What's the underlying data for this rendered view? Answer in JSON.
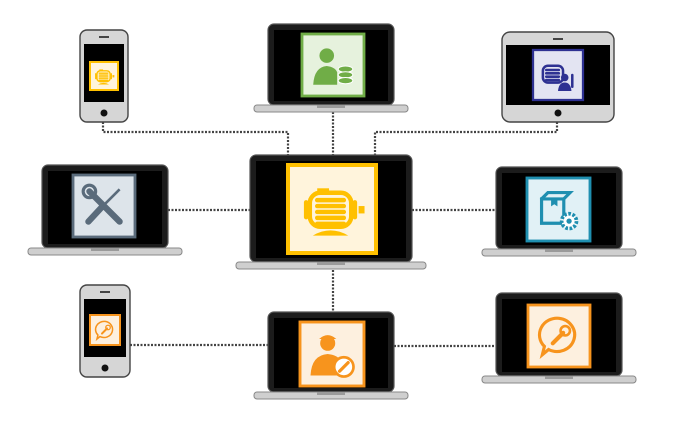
{
  "colors": {
    "connector": "#444444",
    "screen": "#000000",
    "device_frame": "#1c1c1c",
    "device_base": "#cfcfcf",
    "phone_body": "#d6d6d6"
  },
  "hub": {
    "device": "laptop",
    "icon": "electric-motor-icon",
    "accent": "#ffc000",
    "fill": "#fff4dc"
  },
  "nodes": [
    {
      "id": "top-left",
      "device": "phone",
      "icon": "electric-motor-icon",
      "accent": "#ffc000",
      "fill": "#fff4dc"
    },
    {
      "id": "top",
      "device": "laptop",
      "icon": "user-database-icon",
      "accent": "#70ad47",
      "fill": "#e6f2dd"
    },
    {
      "id": "top-right",
      "device": "tablet",
      "icon": "motor-technician-icon",
      "accent": "#2e3192",
      "fill": "#e3e4f2"
    },
    {
      "id": "left",
      "device": "laptop",
      "icon": "wrench-screwdriver-icon",
      "accent": "#5a6b7b",
      "fill": "#dde4ea"
    },
    {
      "id": "right",
      "device": "laptop",
      "icon": "box-parts-icon",
      "accent": "#1f8fb0",
      "fill": "#e1f1f6"
    },
    {
      "id": "bottom-left",
      "device": "phone",
      "icon": "support-chat-wrench-icon",
      "accent": "#f7941d",
      "fill": "#fdf0df"
    },
    {
      "id": "bottom",
      "device": "laptop",
      "icon": "technician-wrench-icon",
      "accent": "#f7941d",
      "fill": "#fdf0df"
    },
    {
      "id": "bottom-right",
      "device": "laptop",
      "icon": "support-chat-wrench-icon",
      "accent": "#f7941d",
      "fill": "#fdf0df"
    }
  ]
}
